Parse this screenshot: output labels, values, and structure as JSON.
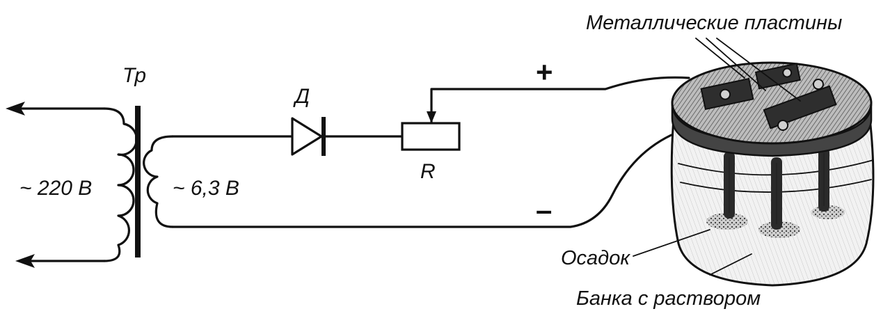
{
  "labels": {
    "transformer": "Тр",
    "primary_voltage": "~ 220 В",
    "secondary_voltage": "~ 6,3 В",
    "diode": "Д",
    "resistor": "R",
    "plus": "+",
    "minus": "–",
    "plates": "Металлические пластины",
    "sediment": "Осадок",
    "jar": "Банка с раствором"
  },
  "colors": {
    "ink": "#111111",
    "background": "#ffffff",
    "glass": "#e6e6e6",
    "lid": "#8c8c8c",
    "electrode": "#2a2a2a"
  }
}
